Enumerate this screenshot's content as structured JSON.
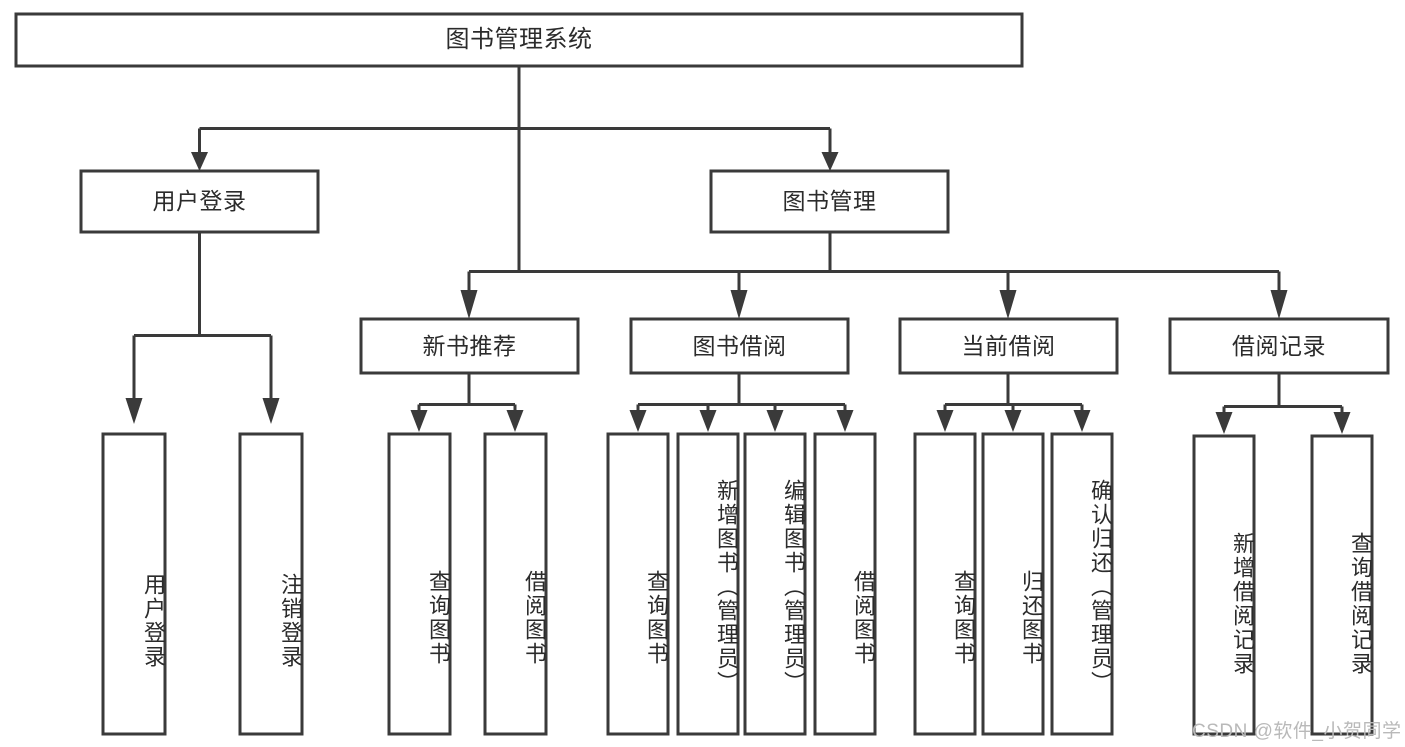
{
  "diagram": {
    "title": "图书管理系统",
    "type": "hierarchy-tree",
    "watermark": "CSDN @软件_小贺同学",
    "colors": {
      "stroke": "#3a3a3a",
      "box_fill": "#ffffff",
      "text": "#2b2b2b",
      "watermark": "#b9b9b9",
      "background": "#ffffff"
    },
    "nodes": {
      "root": {
        "label": "图书管理系统",
        "level": 1,
        "orientation": "horizontal"
      },
      "l2_1": {
        "label": "用户登录",
        "level": 2,
        "orientation": "horizontal"
      },
      "l2_2": {
        "label": "图书管理",
        "level": 2,
        "orientation": "horizontal"
      },
      "l3_1": {
        "label": "新书推荐",
        "level": 3,
        "orientation": "horizontal"
      },
      "l3_2": {
        "label": "图书借阅",
        "level": 3,
        "orientation": "horizontal"
      },
      "l3_3": {
        "label": "当前借阅",
        "level": 3,
        "orientation": "horizontal"
      },
      "l3_4": {
        "label": "借阅记录",
        "level": 3,
        "orientation": "horizontal"
      },
      "leaf_1": {
        "label": "用户登录",
        "level": 4,
        "orientation": "vertical",
        "parent": "用户登录"
      },
      "leaf_2": {
        "label": "注销登录",
        "level": 4,
        "orientation": "vertical",
        "parent": "用户登录"
      },
      "leaf_3": {
        "label": "查询图书",
        "level": 4,
        "orientation": "vertical",
        "parent": "新书推荐"
      },
      "leaf_4": {
        "label": "借阅图书",
        "level": 4,
        "orientation": "vertical",
        "parent": "新书推荐"
      },
      "leaf_5": {
        "label": "查询图书",
        "level": 4,
        "orientation": "vertical",
        "parent": "图书借阅"
      },
      "leaf_6": {
        "label": "新增图书（管理员）",
        "level": 4,
        "orientation": "vertical",
        "parent": "图书借阅"
      },
      "leaf_7": {
        "label": "编辑图书（管理员）",
        "level": 4,
        "orientation": "vertical",
        "parent": "图书借阅"
      },
      "leaf_8": {
        "label": "借阅图书",
        "level": 4,
        "orientation": "vertical",
        "parent": "图书借阅"
      },
      "leaf_9": {
        "label": "查询图书",
        "level": 4,
        "orientation": "vertical",
        "parent": "当前借阅"
      },
      "leaf_10": {
        "label": "归还图书",
        "level": 4,
        "orientation": "vertical",
        "parent": "当前借阅"
      },
      "leaf_11": {
        "label": "确认归还（管理员）",
        "level": 4,
        "orientation": "vertical",
        "parent": "当前借阅"
      },
      "leaf_12": {
        "label": "新增借阅记录",
        "level": 4,
        "orientation": "vertical",
        "parent": "借阅记录"
      },
      "leaf_13": {
        "label": "查询借阅记录",
        "level": 4,
        "orientation": "vertical",
        "parent": "借阅记录"
      }
    }
  }
}
